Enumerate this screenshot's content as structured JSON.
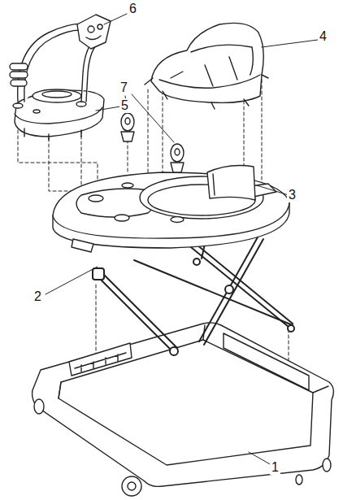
{
  "diagram": {
    "labels": [
      "6",
      "4",
      "5",
      "7",
      "3",
      "2",
      "1"
    ]
  }
}
